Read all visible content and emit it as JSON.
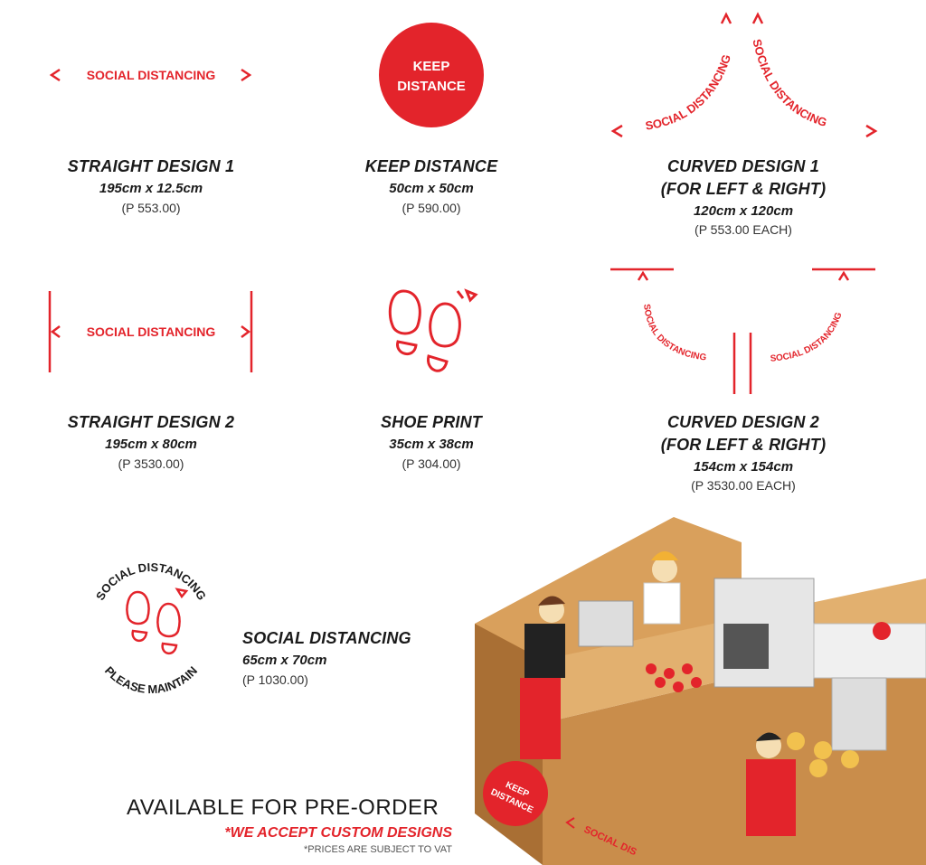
{
  "colors": {
    "accent": "#e3242b",
    "text": "#1a1a1a"
  },
  "decal_text": {
    "social_distancing": "SOCIAL DISTANCING",
    "keep": "KEEP",
    "distance": "DISTANCE",
    "please_maintain": "PLEASE MAINTAIN"
  },
  "products": [
    {
      "title": "STRAIGHT DESIGN 1",
      "size": "195cm x 12.5cm",
      "price": "(P 553.00)"
    },
    {
      "title": "KEEP DISTANCE",
      "size": "50cm x 50cm",
      "price": "(P 590.00)"
    },
    {
      "title": "CURVED DESIGN 1",
      "subtitle": "(FOR LEFT & RIGHT)",
      "size": "120cm x 120cm",
      "price": "(P 553.00 EACH)"
    },
    {
      "title": "STRAIGHT DESIGN 2",
      "size": "195cm x 80cm",
      "price": "(P 3530.00)"
    },
    {
      "title": "SHOE PRINT",
      "size": "35cm x 38cm",
      "price": "(P 304.00)"
    },
    {
      "title": "CURVED DESIGN 2",
      "subtitle": "(FOR LEFT & RIGHT)",
      "size": "154cm x 154cm",
      "price": "(P 3530.00 EACH)"
    },
    {
      "title": "SOCIAL DISTANCING",
      "size": "65cm x 70cm",
      "price": "(P 1030.00)"
    }
  ],
  "footer": {
    "headline": "AVAILABLE FOR PRE-ORDER",
    "custom": "*WE ACCEPT CUSTOM DESIGNS",
    "vat": "*PRICES ARE SUBJECT TO VAT"
  }
}
